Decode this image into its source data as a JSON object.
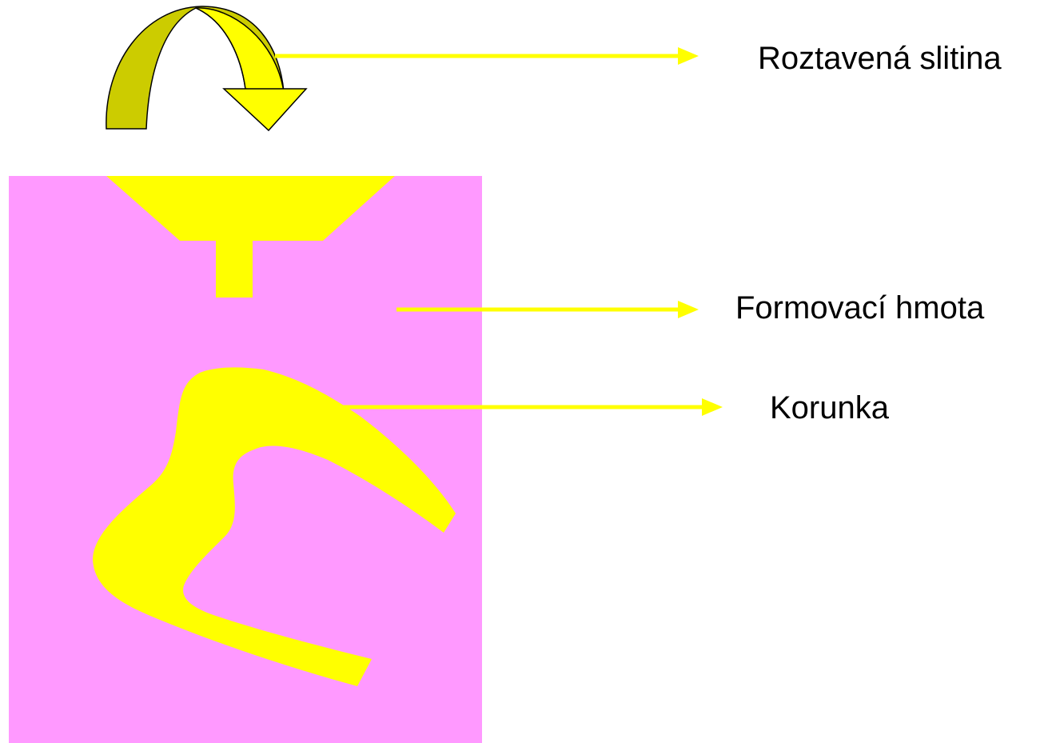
{
  "labels": {
    "molten_alloy": "Roztavená slitina",
    "investment_material": "Formovací hmota",
    "crown": "Korunka"
  },
  "colors": {
    "mold": "#FF99FF",
    "alloy": "#FFFF00",
    "arrow_shadow": "#CCCC00",
    "pointer": "#FFFF00",
    "text": "#000000"
  }
}
